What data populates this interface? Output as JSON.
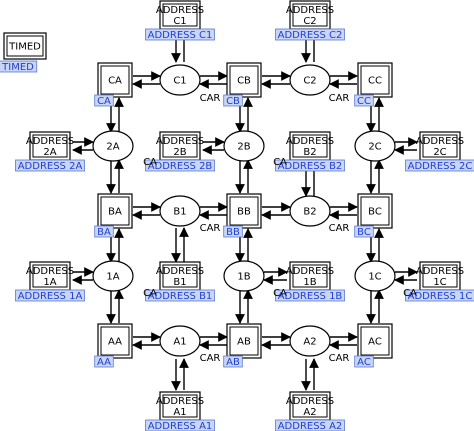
{
  "legend": {
    "box_label": "TIMED",
    "tag": "TIMED"
  },
  "places": [
    {
      "id": "CA",
      "label": "CA",
      "tag": "CA"
    },
    {
      "id": "CB",
      "label": "CB",
      "tag": "CB"
    },
    {
      "id": "CC",
      "label": "CC",
      "tag": "CC"
    },
    {
      "id": "BA",
      "label": "BA",
      "tag": "BA"
    },
    {
      "id": "BB",
      "label": "BB",
      "tag": "BB"
    },
    {
      "id": "BC",
      "label": "BC",
      "tag": "BC"
    },
    {
      "id": "AA",
      "label": "AA",
      "tag": "AA"
    },
    {
      "id": "AB",
      "label": "AB",
      "tag": "AB"
    },
    {
      "id": "AC",
      "label": "AC",
      "tag": "AC"
    }
  ],
  "addresses": [
    {
      "id": "C1",
      "label": "ADDRESS\nC1",
      "tag": "ADDRESS C1"
    },
    {
      "id": "C2",
      "label": "ADDRESS\nC2",
      "tag": "ADDRESS C2"
    },
    {
      "id": "2A",
      "label": "ADDRESS\n2A",
      "tag": "ADDRESS 2A"
    },
    {
      "id": "2B",
      "label": "ADDRESS\n2B",
      "tag": "ADDRESS 2B"
    },
    {
      "id": "B2",
      "label": "ADDRESS\nB2",
      "tag": "ADDRESS B2"
    },
    {
      "id": "2C",
      "label": "ADDRESS\n2C",
      "tag": "ADDRESS 2C"
    },
    {
      "id": "1A",
      "label": "ADDRESS\n1A",
      "tag": "ADDRESS 1A"
    },
    {
      "id": "B1",
      "label": "ADDRESS\nB1",
      "tag": "ADDRESS B1"
    },
    {
      "id": "1B",
      "label": "ADDRESS\n1B",
      "tag": "ADDRESS 1B"
    },
    {
      "id": "1C",
      "label": "ADDRESS\n1C",
      "tag": "ADDRESS 1C"
    },
    {
      "id": "A1",
      "label": "ADDRESS\nA1",
      "tag": "ADDRESS A1"
    },
    {
      "id": "A2",
      "label": "ADDRESS\nA2",
      "tag": "ADDRESS A2"
    }
  ],
  "transitions": [
    {
      "id": "C1",
      "label": "C1"
    },
    {
      "id": "C2",
      "label": "C2"
    },
    {
      "id": "2A",
      "label": "2A"
    },
    {
      "id": "2B",
      "label": "2B"
    },
    {
      "id": "2C",
      "label": "2C"
    },
    {
      "id": "B1",
      "label": "B1"
    },
    {
      "id": "B2",
      "label": "B2"
    },
    {
      "id": "1A",
      "label": "1A"
    },
    {
      "id": "1B",
      "label": "1B"
    },
    {
      "id": "1C",
      "label": "1C"
    },
    {
      "id": "A1",
      "label": "A1"
    },
    {
      "id": "A2",
      "label": "A2"
    }
  ],
  "edge_labels": [
    {
      "id": "C1",
      "text": "CAR"
    },
    {
      "id": "C2",
      "text": "CAR"
    },
    {
      "id": "2A",
      "text": "CA"
    },
    {
      "id": "2B",
      "text": "CA"
    },
    {
      "id": "B1",
      "text": "CAR"
    },
    {
      "id": "B2",
      "text": "CAR"
    },
    {
      "id": "1A",
      "text": "CA"
    },
    {
      "id": "1B",
      "text": "CA"
    },
    {
      "id": "1C",
      "text": "CA"
    },
    {
      "id": "A1",
      "text": "CAR"
    },
    {
      "id": "A2",
      "text": "CAR"
    }
  ],
  "colors": {
    "line": "#000000",
    "tag_fill": "#c9d5f5",
    "tag_stroke": "#5a78d6",
    "tag_text": "#1f3fd0",
    "box_fill": "#ffffff"
  }
}
